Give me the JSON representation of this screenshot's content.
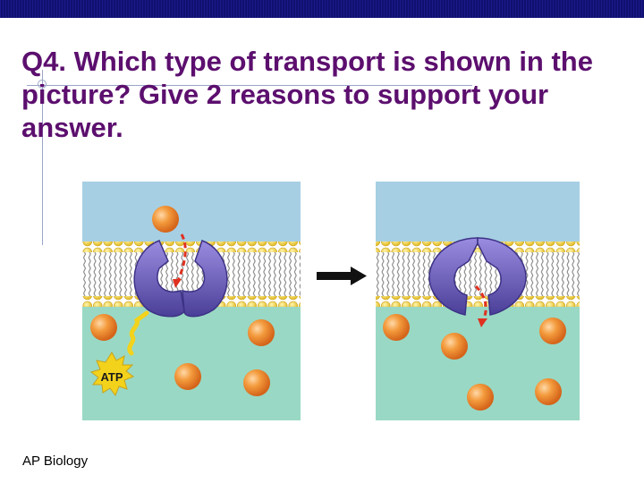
{
  "slide": {
    "question": "Q4. Which type of transport is shown in the picture? Give 2 reasons to support your answer.",
    "footer": "AP Biology"
  },
  "diagram": {
    "atp_label": "ATP"
  },
  "colors": {
    "top_bar": "#141478",
    "question_text": "#5c0f6e",
    "outside_fluid": "#a6cfe3",
    "inside_fluid": "#99d8c4",
    "protein": "#6b5fb6",
    "particle": "#f08a2a",
    "atp_star": "#f3d21c",
    "arrow_dashed": "#e03020"
  }
}
